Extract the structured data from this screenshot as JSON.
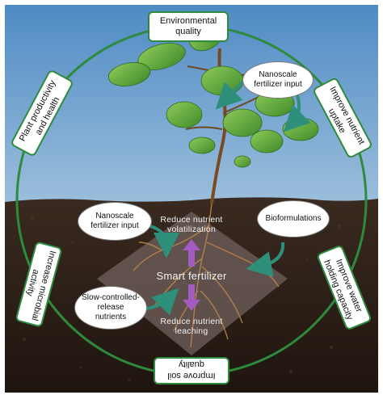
{
  "outer_boxes": {
    "environmental_quality": [
      "Environmental",
      "quality"
    ],
    "improve_nutrient_uptake": [
      "Improve nutrient",
      "uptake"
    ],
    "improve_water_holding": [
      "Improve water",
      "holding capacity"
    ],
    "improve_soil_quality": [
      "Improve soil",
      "quality"
    ],
    "increase_microbial_activity": [
      "Increase microbial",
      "activity"
    ],
    "plant_productivity": [
      "Plant productivity",
      "and health"
    ]
  },
  "ovals": {
    "nano_input_top": [
      "Nanoscale",
      "fertilizer input"
    ],
    "nano_input_left": [
      "Nanoscale",
      "fertilizer input"
    ],
    "bioformulations": [
      "Bioformulations"
    ],
    "slow_release": [
      "Slow-controlled-",
      "release",
      "nutrients"
    ]
  },
  "center": {
    "reduce_volatilization": [
      "Reduce nutrient",
      "volatilization"
    ],
    "title": "Smart fertilizer",
    "reduce_leaching": [
      "Reduce nutrient",
      "leaching"
    ]
  },
  "colors": {
    "ring": "#2e8b3e",
    "sky_top": "#5b93c8",
    "sky_bottom": "#d9e6ef",
    "soil": "#2b1e16",
    "diamond": "#6b5c58",
    "purple_arrow": "#a45bc1",
    "teal_arrow": "#2e8f7a"
  }
}
